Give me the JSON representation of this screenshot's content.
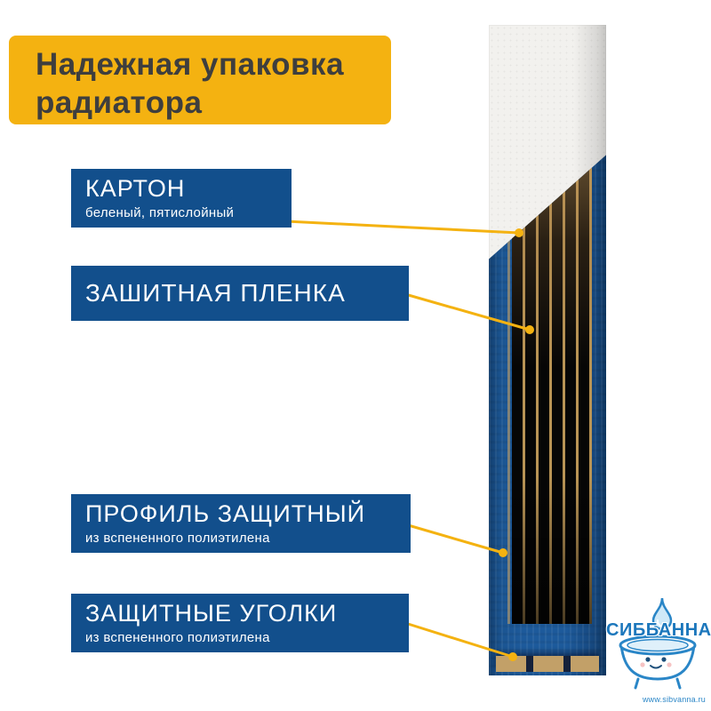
{
  "header": {
    "title_line1": "Надежная упаковка",
    "title_line2": "радиатора"
  },
  "labels": {
    "carton": {
      "title": "КАРТОН",
      "subtitle": "беленый, пятислойный"
    },
    "film": {
      "title": "ЗАШИТНАЯ ПЛЕНКА"
    },
    "profile": {
      "title": "ПРОФИЛЬ ЗАЩИТНЫЙ",
      "subtitle": "из вспененного полиэтилена"
    },
    "corners": {
      "title": "ЗАЩИТНЫЕ УГОЛКИ",
      "subtitle": "из вспененного полиэтилена"
    }
  },
  "logo": {
    "brand": "СИББАННА",
    "website": "www.sibvanna.ru"
  },
  "colors": {
    "accent_yellow": "#F4B211",
    "label_blue": "#124F8C",
    "wrap_blue": "#1D5A9B",
    "logo_blue": "#1C77BC",
    "title_text": "#3E3E3E"
  }
}
